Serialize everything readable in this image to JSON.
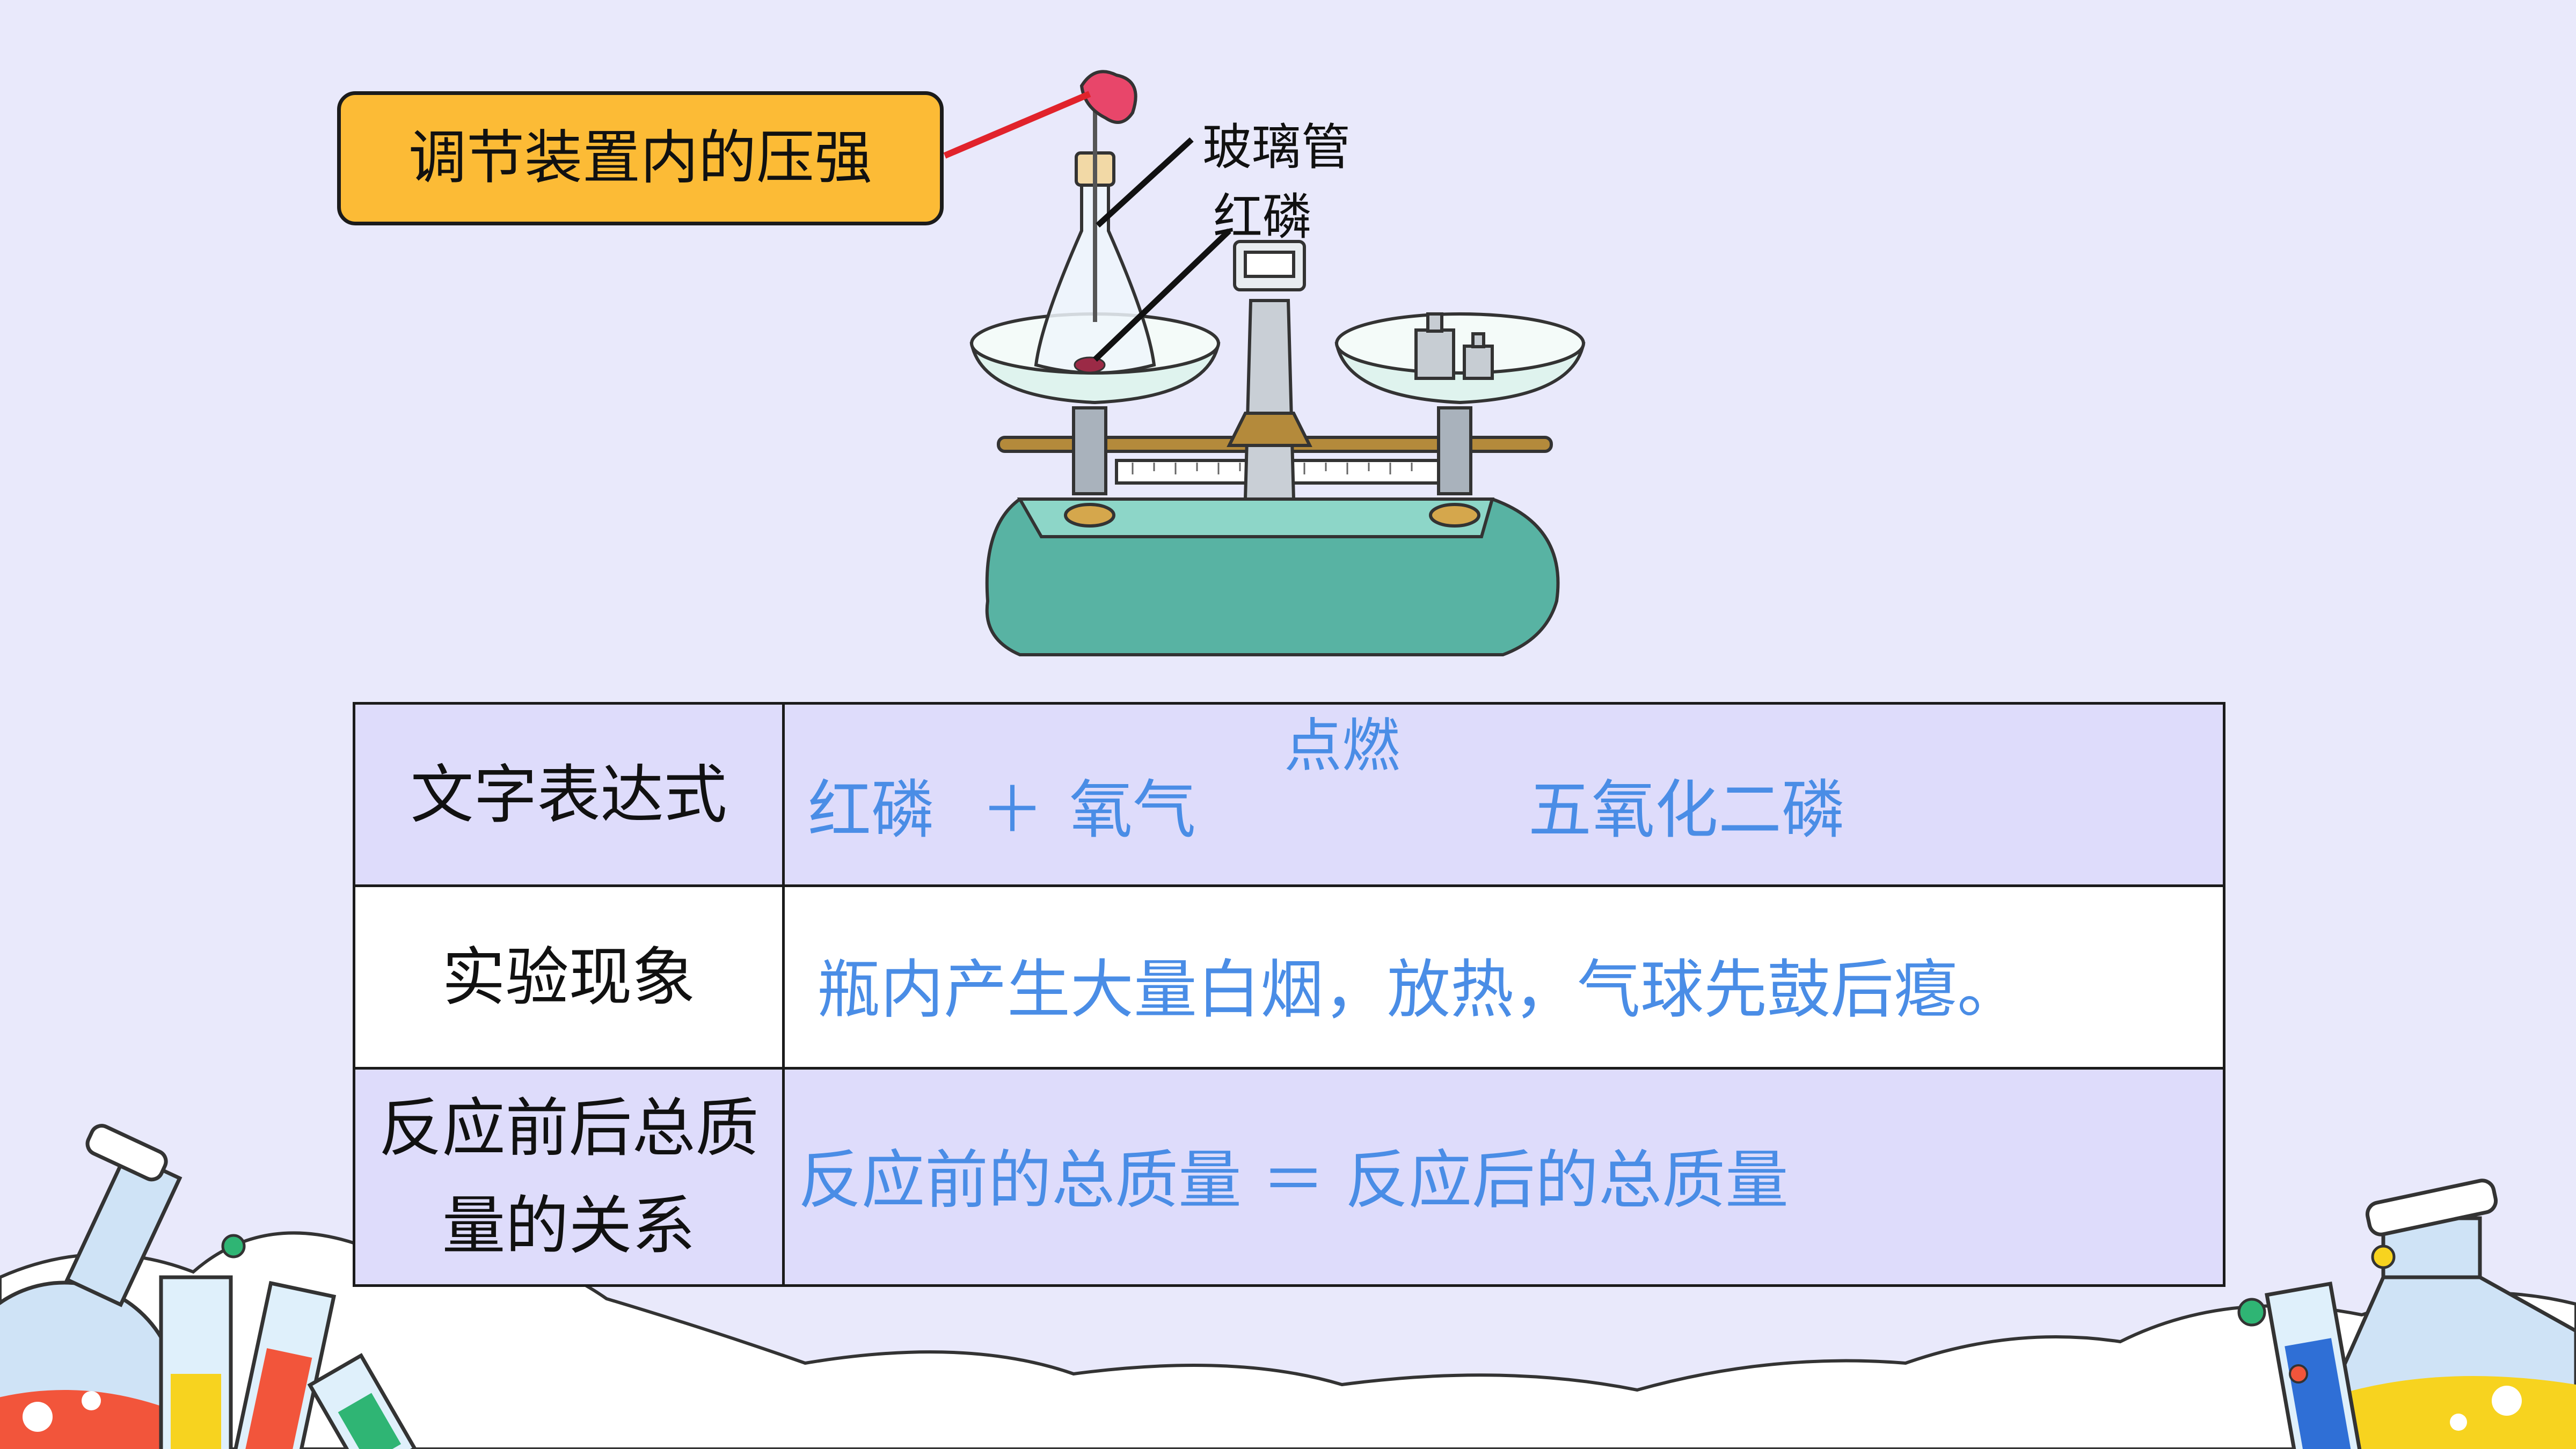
{
  "callout": {
    "text": "调节装置内的压强"
  },
  "labels": {
    "glass_tube": "玻璃管",
    "red_phosphorus": "红磷"
  },
  "table": {
    "rows": [
      {
        "header": "文字表达式",
        "equation": {
          "reactant1": "红磷",
          "plus": "＋",
          "reactant2": "氧气",
          "condition": "点燃",
          "product": "五氧化二磷"
        }
      },
      {
        "header": "实验现象",
        "content": "瓶内产生大量白烟，放热，气球先鼓后瘪。"
      },
      {
        "header": "反应前后总质量的关系",
        "content": "反应前的总质量 ＝ 反应后的总质量"
      }
    ]
  },
  "colors": {
    "background": "#e9e9fb",
    "callout_fill": "#fcbb36",
    "answer_text": "#4a8de6",
    "row_shade": "#dedcfb",
    "balance_base": "#58b3a3"
  }
}
